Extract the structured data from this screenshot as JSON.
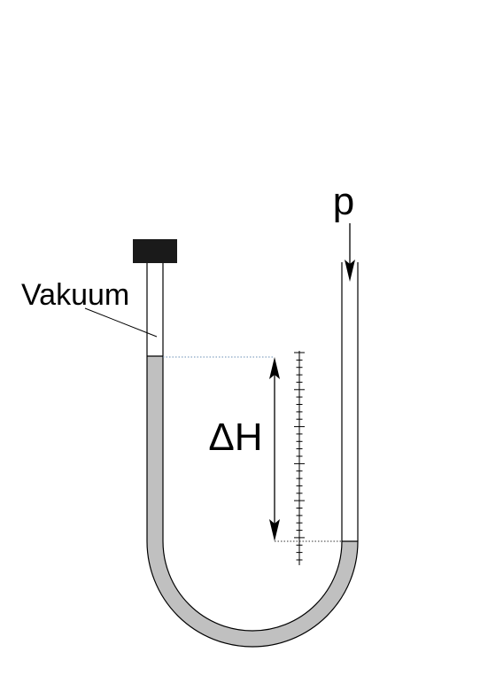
{
  "labels": {
    "pressure": "p",
    "vacuum": "Vakuum",
    "delta_h": "ΔH"
  },
  "colors": {
    "liquid": "#c0c0c0",
    "outline": "#000000",
    "cap": "#1a1a1a",
    "level_line": "#6b8fb5",
    "background": "#ffffff"
  },
  "scale": {
    "minor_ticks": 29,
    "major_every": 5
  }
}
